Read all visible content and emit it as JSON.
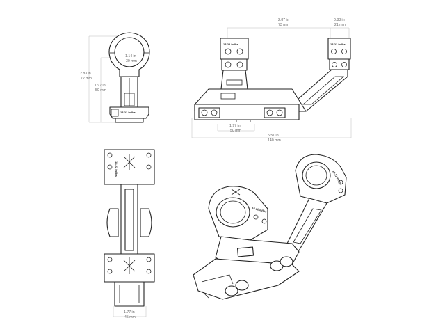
{
  "diagram": {
    "dimensions": {
      "front_ring_id_in": "1.14 in",
      "front_ring_id_mm": "30 mm",
      "front_height_in": "2.83 in",
      "front_height_mm": "72 mm",
      "front_center_in": "1.97 in",
      "front_center_mm": "50 mm",
      "side_span_in": "2.87 in",
      "side_span_mm": "73 mm",
      "side_ring_w_in": "0.83 in",
      "side_ring_w_mm": "21 mm",
      "side_base_in": "1.97 in",
      "side_base_mm": "50 mm",
      "side_total_in": "5.51 in",
      "side_total_mm": "140 mm",
      "top_width_in": "1.77 in",
      "top_width_mm": "45 mm"
    },
    "labels": {
      "torque": "18-22 in/lbs"
    },
    "colors": {
      "line": "#222222",
      "dimension_text": "#666666",
      "extension_line": "#bbbbbb"
    }
  }
}
